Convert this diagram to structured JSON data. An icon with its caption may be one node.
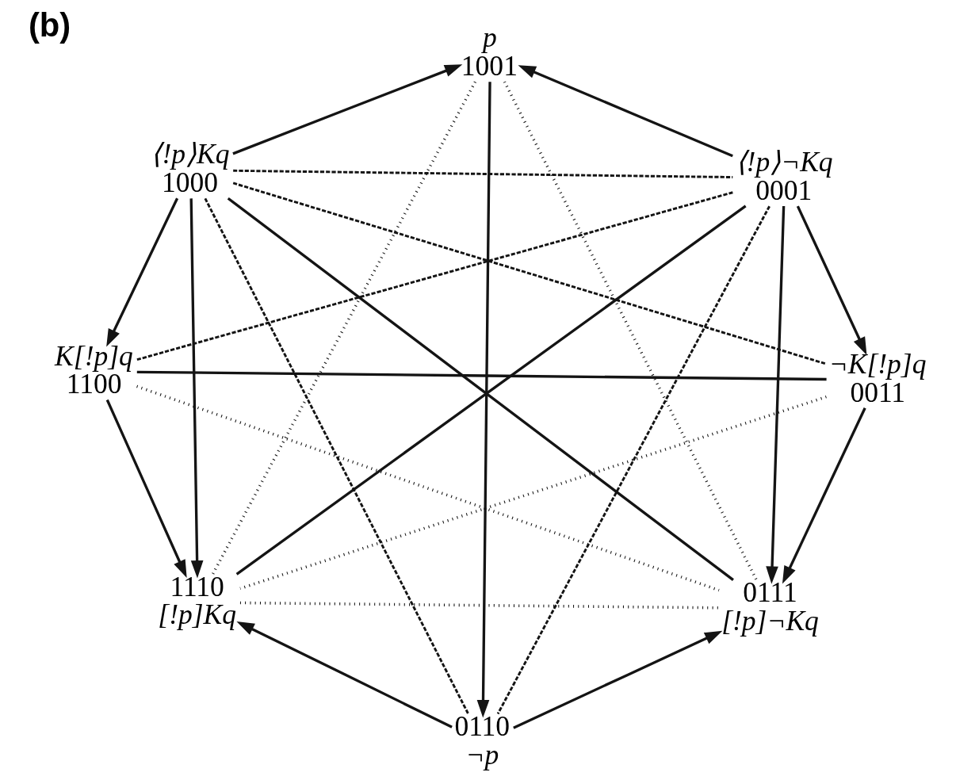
{
  "diagram": {
    "nodes": [
      {
        "text": [
          "p",
          "1001"
        ]
      },
      {
        "text": [
          "⟨!p⟩Kq",
          "1000"
        ]
      },
      {
        "text": [
          "⟨!p⟩¬Kq",
          "0001"
        ]
      },
      {
        "text": [
          "K[!p]q",
          "1100"
        ]
      },
      {
        "text": [
          "¬K[!p]q",
          "0011"
        ]
      },
      {
        "text": [
          "1110",
          "[!p]Kq"
        ]
      },
      {
        "text": [
          "0111",
          "[!p]¬Kq"
        ]
      },
      {
        "text": [
          "0110",
          "¬p"
        ]
      }
    ],
    "edges": [
      {
        "from": 1,
        "to": 0,
        "arrow": "to"
      },
      {
        "from": 2,
        "to": 0,
        "arrow": "to"
      },
      {
        "from": 1,
        "to": 3,
        "arrow": "to"
      },
      {
        "from": 2,
        "to": 4,
        "arrow": "to"
      },
      {
        "from": 3,
        "to": 5,
        "arrow": "to"
      },
      {
        "from": 4,
        "to": 6,
        "arrow": "to"
      },
      {
        "from": 7,
        "to": 5,
        "arrow": "to"
      },
      {
        "from": 7,
        "to": 6,
        "arrow": "to"
      },
      {
        "from": 1,
        "to": 5,
        "arrow": "to"
      },
      {
        "from": 2,
        "to": 6,
        "arrow": "to"
      },
      {
        "from": 0,
        "to": 7,
        "arrow": "to"
      },
      {
        "from": 1,
        "to": 6,
        "arrow": "none"
      },
      {
        "from": 2,
        "to": 5,
        "arrow": "none"
      },
      {
        "from": 3,
        "to": 4,
        "arrow": "none"
      },
      {
        "from": 1,
        "to": 2,
        "arrow": "none",
        "style": "dashed"
      },
      {
        "from": 1,
        "to": 4,
        "arrow": "none",
        "style": "dashed"
      },
      {
        "from": 2,
        "to": 3,
        "arrow": "none",
        "style": "dashed"
      },
      {
        "from": 1,
        "to": 7,
        "arrow": "none",
        "style": "dashed"
      },
      {
        "from": 2,
        "to": 7,
        "arrow": "none",
        "style": "dashed"
      },
      {
        "from": 0,
        "to": 5,
        "arrow": "none",
        "style": "dashed"
      },
      {
        "from": 0,
        "to": 6,
        "arrow": "none",
        "style": "dashed"
      },
      {
        "from": 3,
        "to": 6,
        "arrow": "none",
        "style": "dashed"
      },
      {
        "from": 4,
        "to": 5,
        "arrow": "none",
        "style": "dashed"
      },
      {
        "from": 5,
        "to": 6,
        "arrow": "none",
        "style": "dashed"
      }
    ],
    "labels": [
      "(b)"
    ]
  }
}
